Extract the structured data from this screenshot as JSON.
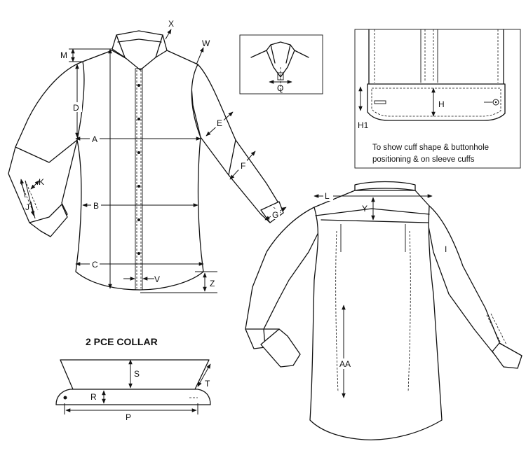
{
  "labels": {
    "A": "A",
    "B": "B",
    "C": "C",
    "D": "D",
    "E": "E",
    "F": "F",
    "G": "G",
    "H": "H",
    "H1": "H1",
    "I": "I",
    "J": "J",
    "K": "K",
    "L": "L",
    "M": "M",
    "P": "P",
    "Q": "Q",
    "R": "R",
    "S": "S",
    "T": "T",
    "V": "V",
    "W": "W",
    "X": "X",
    "Y": "Y",
    "Z": "Z",
    "AA": "AA"
  },
  "collar_title": "2 PCE COLLAR",
  "cuff_note": {
    "line1": "To show cuff shape & buttonhole",
    "line2": "positioning & on sleeve cuffs"
  },
  "colors": {
    "line": "#111111",
    "background": "#ffffff"
  }
}
